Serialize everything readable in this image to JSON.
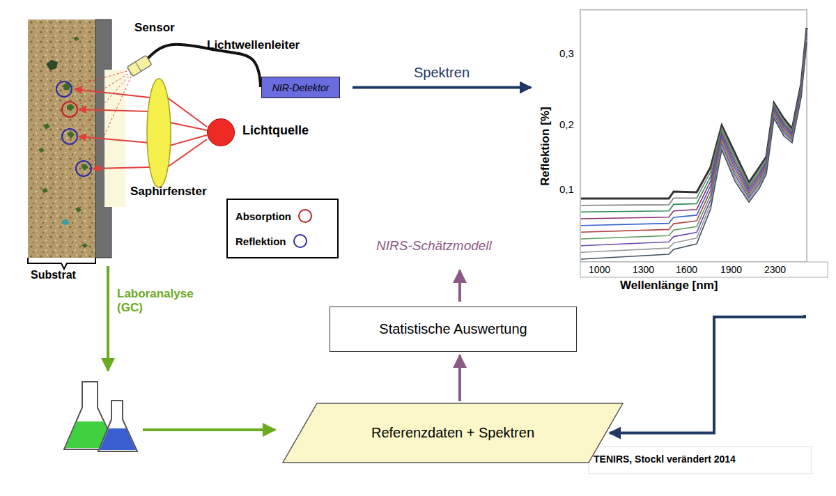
{
  "diagram": {
    "nodes": [
      {
        "text": [
          "NIR-Detektor"
        ]
      },
      {
        "text": [
          "Lichtquelle"
        ]
      },
      {
        "text": [
          "0,3",
          "0,2",
          "0,1",
          "1000",
          "1300",
          "1600",
          "1900",
          "2300",
          "Reflektion [%]",
          "Wellenlänge [nm]"
        ]
      },
      {
        "text": [
          "Substrat"
        ]
      },
      {
        "text": [
          "Statistische Auswertung"
        ]
      },
      {
        "text": [
          "Referenzdaten + Spektren"
        ]
      }
    ],
    "edges": [
      {
        "from": 0,
        "to": 2,
        "label": "Spektren",
        "arrow": "to"
      },
      {
        "from": 2,
        "to": 5,
        "arrow": "to"
      },
      {
        "from": 5,
        "to": 4,
        "arrow": "to"
      }
    ],
    "labels": [
      "Sensor",
      "Lichtwellenleiter",
      "Saphirfenster",
      "Laboranalyse (GC)",
      "NIRS-Schätzmodell",
      "TENIRS, Stockl verändert 2014"
    ],
    "legend": [
      {
        "text": "Absorption"
      },
      {
        "text": "Reflektion"
      }
    ]
  }
}
